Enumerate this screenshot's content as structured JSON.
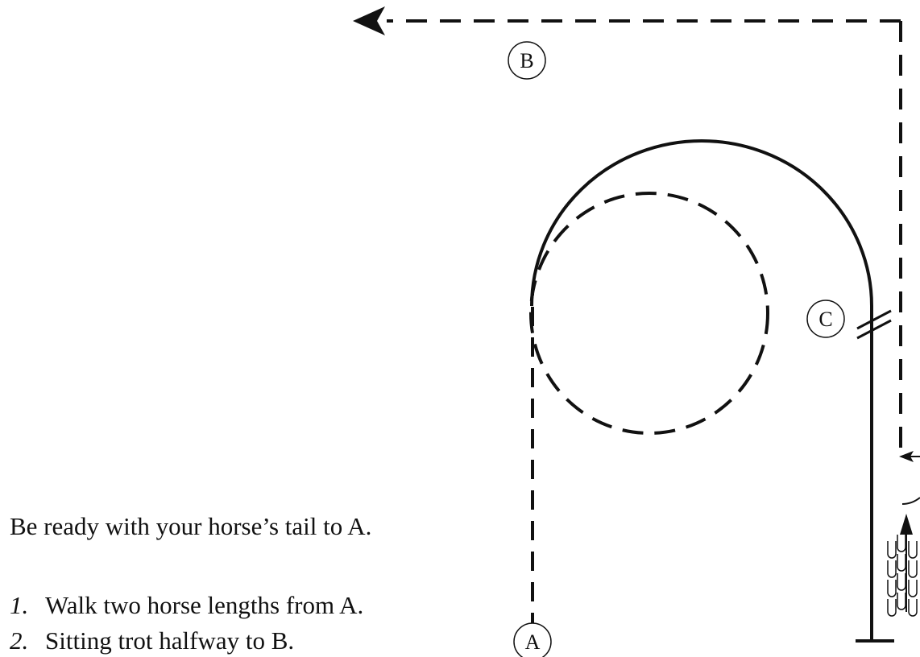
{
  "markers": {
    "a": "A",
    "b": "B",
    "c": "C"
  },
  "instructions": {
    "intro": "Be ready with your horse’s tail to A.",
    "steps": [
      {
        "num": "1.",
        "text": "Walk two horse lengths from A."
      },
      {
        "num": "2.",
        "text": "Sitting trot halfway to B."
      }
    ]
  }
}
